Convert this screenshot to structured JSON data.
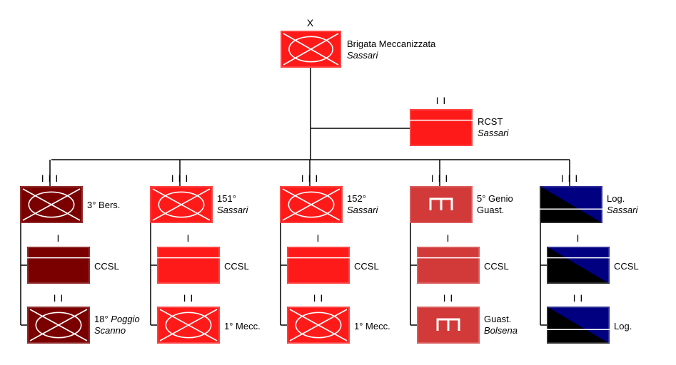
{
  "colors": {
    "line": "#000000",
    "red": "#ff1a1a",
    "dark_red": "#7a0000",
    "engineer_red": "#d23a3a",
    "navy": "#000080",
    "black": "#000000",
    "symbol_stroke": "#ffffff"
  },
  "hq": {
    "echelon": "X",
    "name": "Brigata Meccanizzata",
    "location": "Sassari",
    "symbol": "mechanized-infantry-icon"
  },
  "support": {
    "echelon": "I I",
    "name": "RCST",
    "location": "Sassari",
    "symbol": "command-support-icon"
  },
  "regiments": [
    {
      "echelon": "I I I",
      "name": "3° Bers.",
      "location": "",
      "symbol": "mechanized-infantry-icon",
      "style": "dark_red",
      "sub": [
        {
          "echelon": "I",
          "name": "CCSL",
          "location": "",
          "symbol": "command-support-icon"
        },
        {
          "echelon": "I I",
          "name": "18°",
          "name_italic": "Poggio",
          "location": "Scanno",
          "symbol": "mechanized-infantry-icon"
        }
      ]
    },
    {
      "echelon": "I I I",
      "name": "151°",
      "location": "Sassari",
      "symbol": "mechanized-infantry-icon",
      "style": "red",
      "sub": [
        {
          "echelon": "I",
          "name": "CCSL",
          "location": "",
          "symbol": "command-support-icon"
        },
        {
          "echelon": "I I",
          "name": "1° Mecc.",
          "location": "",
          "symbol": "mechanized-infantry-icon"
        }
      ]
    },
    {
      "echelon": "I I I",
      "name": "152°",
      "location": "Sassari",
      "symbol": "mechanized-infantry-icon",
      "style": "red",
      "sub": [
        {
          "echelon": "I",
          "name": "CCSL",
          "location": "",
          "symbol": "command-support-icon"
        },
        {
          "echelon": "I I",
          "name": "1° Mecc.",
          "location": "",
          "symbol": "mechanized-infantry-icon"
        }
      ]
    },
    {
      "echelon": "I I I",
      "name": "5° Genio",
      "location": "Guast.",
      "location_italic": false,
      "symbol": "engineer-icon",
      "style": "engineer_red",
      "sub": [
        {
          "echelon": "I",
          "name": "CCSL",
          "location": "",
          "symbol": "command-support-icon"
        },
        {
          "echelon": "I I",
          "name": "Guast.",
          "location": "Bolsena",
          "symbol": "engineer-icon"
        }
      ]
    },
    {
      "echelon": "I I I",
      "name": "Log.",
      "location": "Sassari",
      "symbol": "logistics-icon",
      "style": "navy",
      "sub": [
        {
          "echelon": "I",
          "name": "CCSL",
          "location": "",
          "symbol": "logistics-command-icon"
        },
        {
          "echelon": "I I",
          "name": "Log.",
          "location": "",
          "symbol": "logistics-icon"
        }
      ]
    }
  ]
}
